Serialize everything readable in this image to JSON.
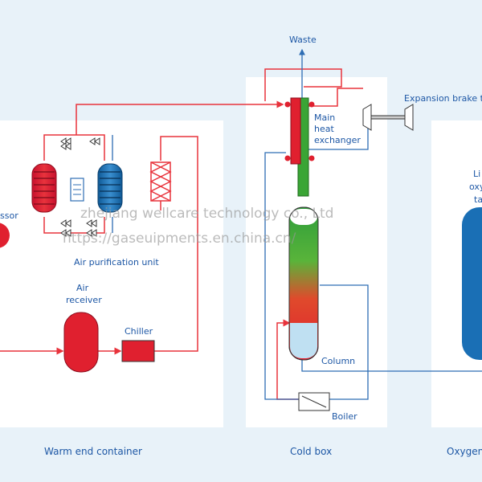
{
  "labels": {
    "waste": "Waste",
    "expansion_brake_turbine": "Expansion brake tu",
    "main_heat_exchanger": [
      "Main",
      "heat",
      "exchanger"
    ],
    "compressor_partial": "ssor",
    "air_purification_unit": "Air purification unit",
    "air_receiver": [
      "Air",
      "receiver"
    ],
    "chiller": "Chiller",
    "column": "Column",
    "boiler": "Boiler",
    "liquid_oxygen_tank_partial": [
      "Li",
      "oxy",
      "ta"
    ]
  },
  "captions": {
    "warm_end": "Warm end container",
    "cold_box": "Cold box",
    "oxygen_partial": "Oxygen"
  },
  "watermarks": {
    "line1": "zhejiang wellcare technology co., Ltd",
    "line2": "https://gaseuipments.en.china.cn/"
  },
  "colors": {
    "air_line": "#e8333c",
    "return_line": "#2e6db4",
    "text": "#1d57a5",
    "vessel_red": "#e0202f",
    "vessel_blue": "#1a6fb5",
    "exchanger_green": "#3aa535"
  }
}
